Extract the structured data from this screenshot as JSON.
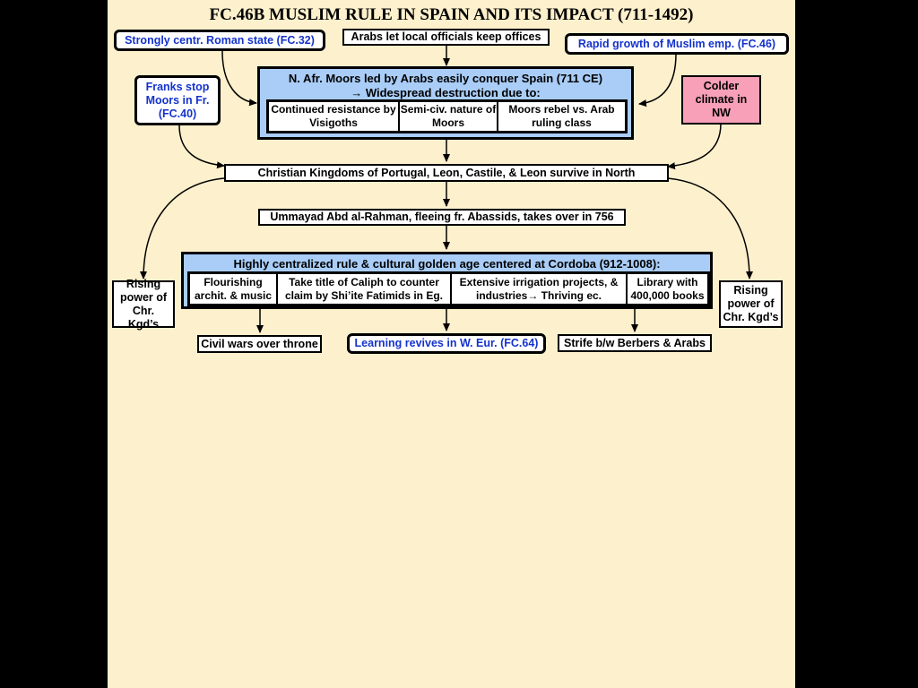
{
  "title": "FC.46B MUSLIM RULE IN SPAIN AND ITS IMPACT (711-1492)",
  "top_row": {
    "left": "Strongly centr. Roman state (FC.32)",
    "center": "Arabs let local officials keep offices",
    "right": "Rapid growth of Muslim emp. (FC.46)"
  },
  "franks": "Franks stop Moors in Fr. (FC.40)",
  "colder": "Colder climate in NW",
  "conquest": {
    "line1": "N. Afr. Moors led by Arabs easily conquer Spain (711 CE)",
    "line2": "→ Widespread destruction due to:",
    "causes": [
      "Continued resistance by Visigoths",
      "Semi-civ. nature of Moors",
      "Moors rebel vs. Arab ruling class"
    ]
  },
  "christian_kingdoms": "Christian Kingdoms of Portugal, Leon, Castile, & Leon survive in North",
  "ummayad": "Ummayad Abd al-Rahman, fleeing fr. Abassids, takes over in 756",
  "cordoba": {
    "head": "Highly centralized rule & cultural golden age centered at Cordoba (912-1008):",
    "items": [
      "Flourishing archit. & music",
      "Take title of Caliph to counter claim by Shi’ite Fatimids in Eg.",
      "Extensive irrigation projects, & industries→ Thriving ec.",
      "Library with 400,000 books"
    ]
  },
  "rising_left": "Rising power of Chr. Kgd’s",
  "rising_right": "Rising power of Chr. Kgd’s",
  "outcomes": {
    "civil_wars": "Civil wars over throne",
    "learning": "Learning revives in W. Eur. (FC.64)",
    "strife": "Strife b/w Berbers & Arabs"
  },
  "colors": {
    "slide_bg": "#fdf0cc",
    "frame": "#000000",
    "panel_blue": "#a9cdf7",
    "link_blue": "#1433cc",
    "pink": "#f7a0b8"
  }
}
